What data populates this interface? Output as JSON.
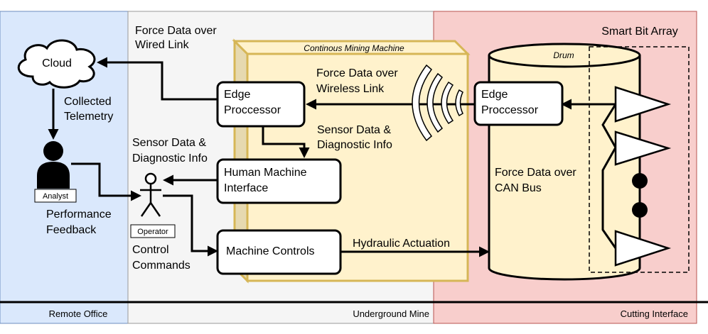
{
  "zones": {
    "remote_office": "Remote Office",
    "underground_mine": "Underground Mine",
    "cutting_interface": "Cutting Interface"
  },
  "cloud": {
    "label": "Cloud"
  },
  "wired_link": {
    "line1": "Force Data over",
    "line2": "Wired Link"
  },
  "collected_telemetry": {
    "line1": "Collected",
    "line2": "Telemetry"
  },
  "analyst": {
    "label": "Analyst"
  },
  "performance_feedback": {
    "line1": "Performance",
    "line2": "Feedback"
  },
  "operator": {
    "label": "Operator"
  },
  "sensor_data_left": {
    "line1": "Sensor Data &",
    "line2": "Diagnostic Info"
  },
  "control_commands": {
    "line1": "Control",
    "line2": "Commands"
  },
  "mining_machine": {
    "label": "Continous Mining Machine"
  },
  "edge_processor_machine": {
    "line1": "Edge",
    "line2": "Proccessor"
  },
  "wireless_link": {
    "line1": "Force Data over",
    "line2": "Wireless Link"
  },
  "sensor_data_inner": {
    "line1": "Sensor Data &",
    "line2": "Diagnostic Info"
  },
  "hmi": {
    "line1": "Human Machine",
    "line2": "Interface"
  },
  "machine_controls": {
    "label": "Machine Controls"
  },
  "hydraulic_actuation": {
    "label": "Hydraulic Actuation"
  },
  "drum": {
    "label": "Drum"
  },
  "edge_processor_drum": {
    "line1": "Edge",
    "line2": "Proccessor"
  },
  "can_bus": {
    "line1": "Force Data over",
    "line2": "CAN Bus"
  },
  "smart_bit_array": {
    "label": "Smart Bit Array"
  },
  "colors": {
    "remote_office_bg": "#dae8fc",
    "underground_mine_bg": "#f5f5f5",
    "cutting_interface_bg": "#f8cecc",
    "machine_fill": "#fff2cc",
    "machine_side": "#e6d9b0",
    "machine_border": "#d6b656",
    "stroke": "#000000"
  },
  "icons": {
    "cloud": "cloud-icon",
    "analyst": "person-silhouette-icon",
    "operator": "stick-figure-icon",
    "wireless": "wireless-signal-icon",
    "bit": "triangle-bit-icon"
  }
}
